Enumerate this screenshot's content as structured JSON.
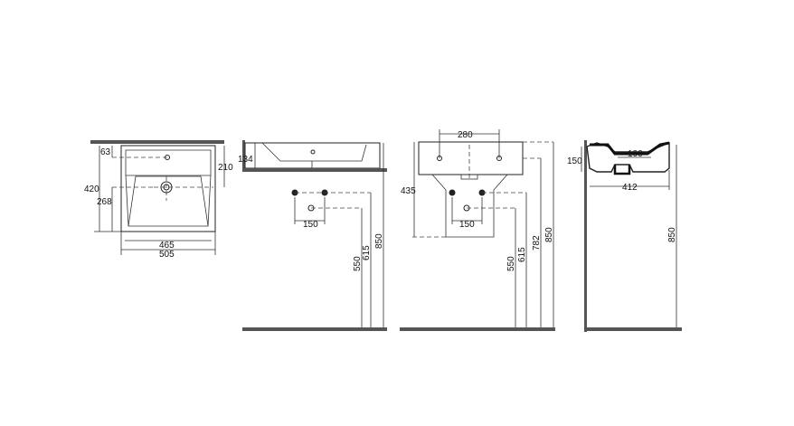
{
  "top_view": {
    "d63": "63",
    "d420": "420",
    "d268": "268",
    "d210": "210",
    "d465": "465",
    "d505": "505"
  },
  "side_view": {
    "d134": "134",
    "d150": "150",
    "d550": "550",
    "d615": "615",
    "d850": "850"
  },
  "front_view": {
    "d280": "280",
    "d435": "435",
    "d150": "150",
    "d550": "550",
    "d615": "615",
    "d782": "782",
    "d850": "850"
  },
  "section_view": {
    "d150": "150",
    "d100": "100",
    "d412": "412",
    "d850": "850"
  }
}
